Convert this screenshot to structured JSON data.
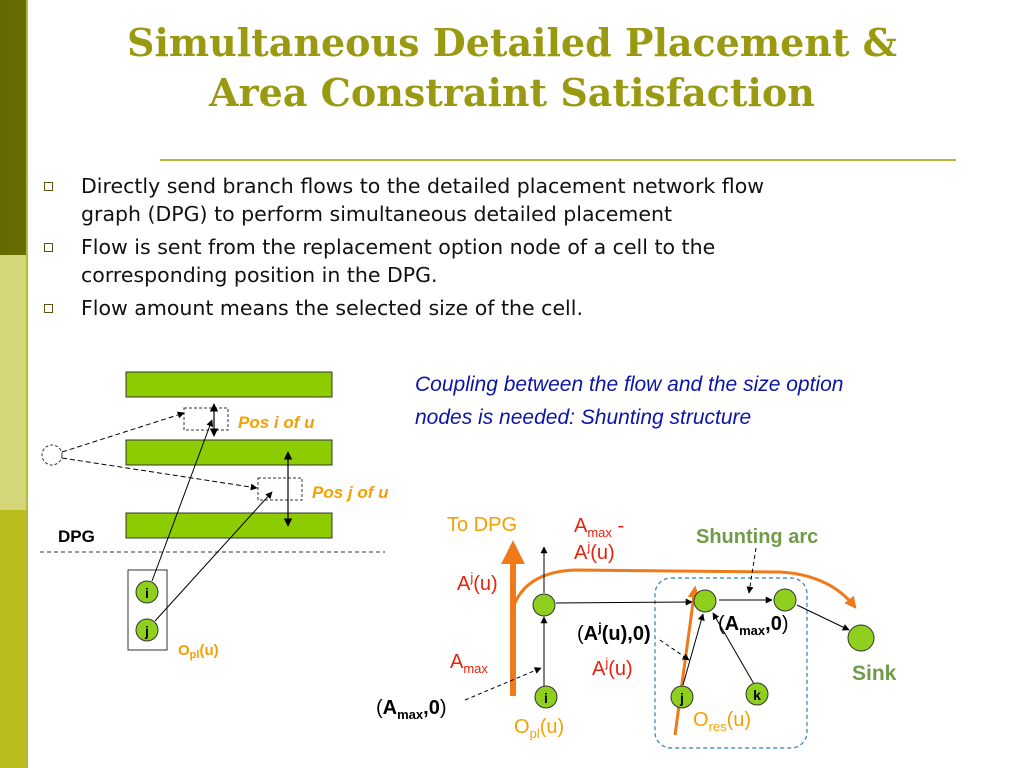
{
  "slide": {
    "title_line1": "Simultaneous Detailed Placement &",
    "title_line2": "Area Constraint Satisfaction",
    "bullets": [
      {
        "line1": "Directly send branch flows to the detailed placement network flow",
        "line2": "graph (DPG) to perform simultaneous detailed placement"
      },
      {
        "line1": "Flow is sent from the replacement option node of a cell to the",
        "line2": "corresponding position in the DPG."
      },
      {
        "line1": "Flow amount means the selected size of the cell.",
        "line2": ""
      }
    ],
    "note_line1": "Coupling between the flow and the size option",
    "note_line2": "nodes is needed: Shunting structure"
  },
  "left_diagram": {
    "pos_i_label": "Pos i of u",
    "pos_j_label": "Pos j of u",
    "dpg_label": "DPG",
    "node_i": "i",
    "node_j": "j",
    "opl_main": "O",
    "opl_sub": "pl",
    "opl_arg": "(u)"
  },
  "right_diagram": {
    "to_dpg": "To DPG",
    "amax_main": "A",
    "amax_sub": "max",
    "minus": " -",
    "aj_main": "A",
    "aj_sup": "j",
    "aj_arg": "(u)",
    "shunting_arc": "Shunting arc",
    "sink": "Sink",
    "comma_zero": ",0",
    "comma_zero_close": ",0)",
    "open_paren": "(",
    "close_paren": ")",
    "ores_main": "O",
    "ores_sub": "res",
    "node_i": "i",
    "node_j": "j",
    "node_k": "k"
  },
  "colors": {
    "title": "#9a9a12",
    "row_fill": "#8ccc00",
    "node_fill": "#8fcf1e",
    "orange": "#f0791a",
    "label_orange": "#f5a000",
    "red": "#e8200c",
    "green_label": "#6f9c4a",
    "note_blue": "#0b15a8"
  }
}
